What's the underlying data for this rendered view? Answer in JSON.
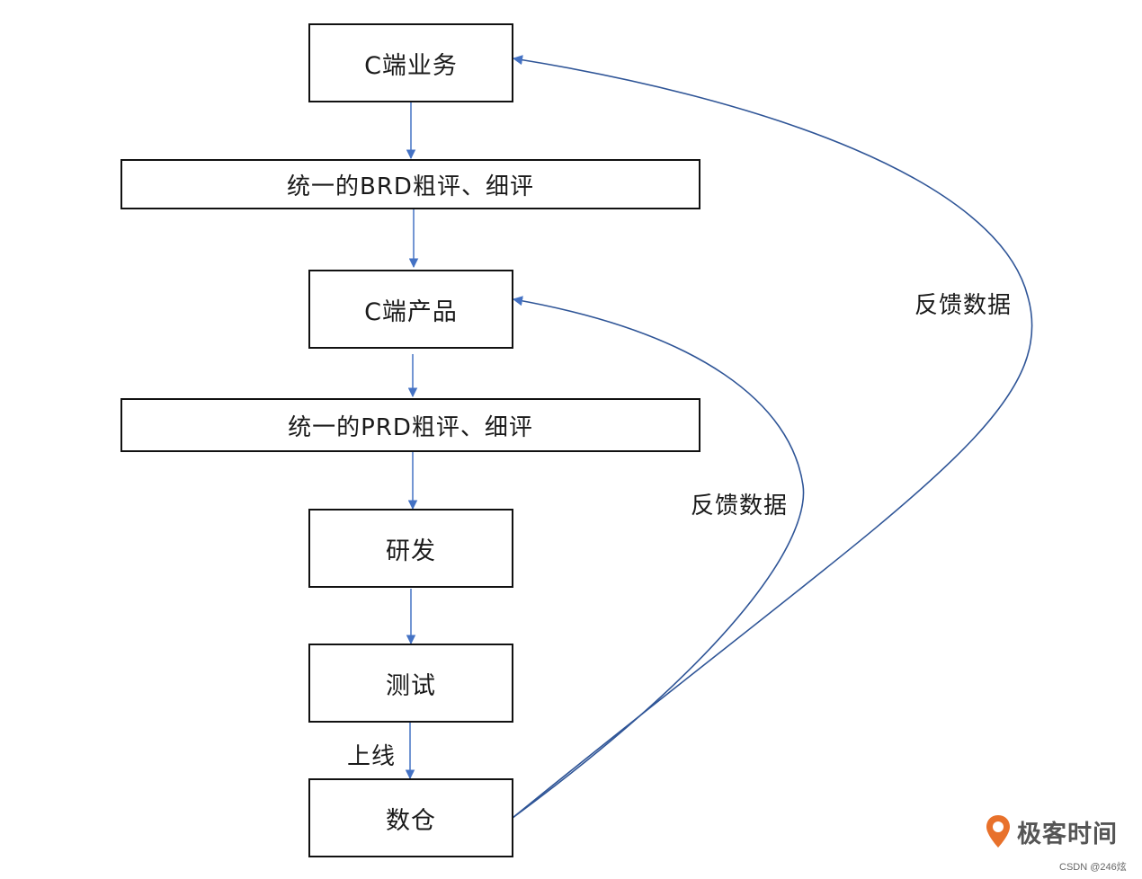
{
  "nodes": {
    "c_business": "C端业务",
    "brd_review": "统一的BRD粗评、细评",
    "c_product": "C端产品",
    "prd_review": "统一的PRD粗评、细评",
    "development": "研发",
    "testing": "测试",
    "data_warehouse": "数仓"
  },
  "edge_labels": {
    "go_live": "上线",
    "feedback_to_business": "反馈数据",
    "feedback_to_product": "反馈数据"
  },
  "watermark": {
    "logo_text": "极客时间",
    "credit": "CSDN @246炫"
  },
  "colors": {
    "arrow": "#4472C4",
    "box_border": "#111111",
    "logo_accent": "#E8712B"
  }
}
